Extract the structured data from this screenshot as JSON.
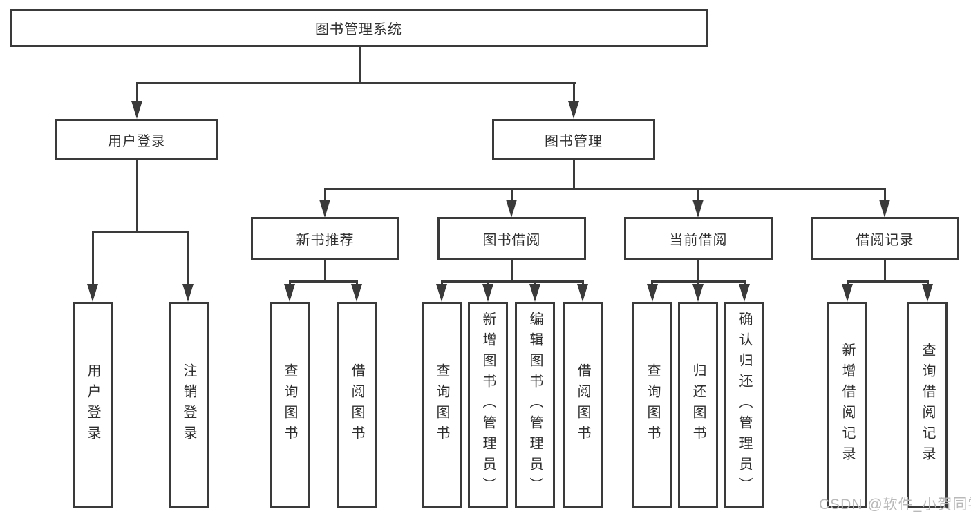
{
  "diagram": {
    "type": "tree",
    "root": {
      "label": "图书管理系统",
      "children": [
        {
          "label": "用户登录",
          "children": [
            {
              "label": "用户登录"
            },
            {
              "label": "注销登录"
            }
          ]
        },
        {
          "label": "图书管理",
          "children": [
            {
              "label": "新书推荐",
              "children": [
                {
                  "label": "查询图书"
                },
                {
                  "label": "借阅图书"
                }
              ]
            },
            {
              "label": "图书借阅",
              "children": [
                {
                  "label": "查询图书"
                },
                {
                  "label": "新增图书（管理员）"
                },
                {
                  "label": "编辑图书（管理员）"
                },
                {
                  "label": "借阅图书"
                }
              ]
            },
            {
              "label": "当前借阅",
              "children": [
                {
                  "label": "查询图书"
                },
                {
                  "label": "归还图书"
                },
                {
                  "label": "确认归还（管理员）"
                }
              ]
            },
            {
              "label": "借阅记录",
              "children": [
                {
                  "label": "新增借阅记录"
                },
                {
                  "label": "查询借阅记录"
                }
              ]
            }
          ]
        }
      ]
    },
    "line_color": "#3a3a3a",
    "box_fill": "#ffffff"
  },
  "watermark": {
    "text": "CSDN @软件_小贺同学"
  }
}
